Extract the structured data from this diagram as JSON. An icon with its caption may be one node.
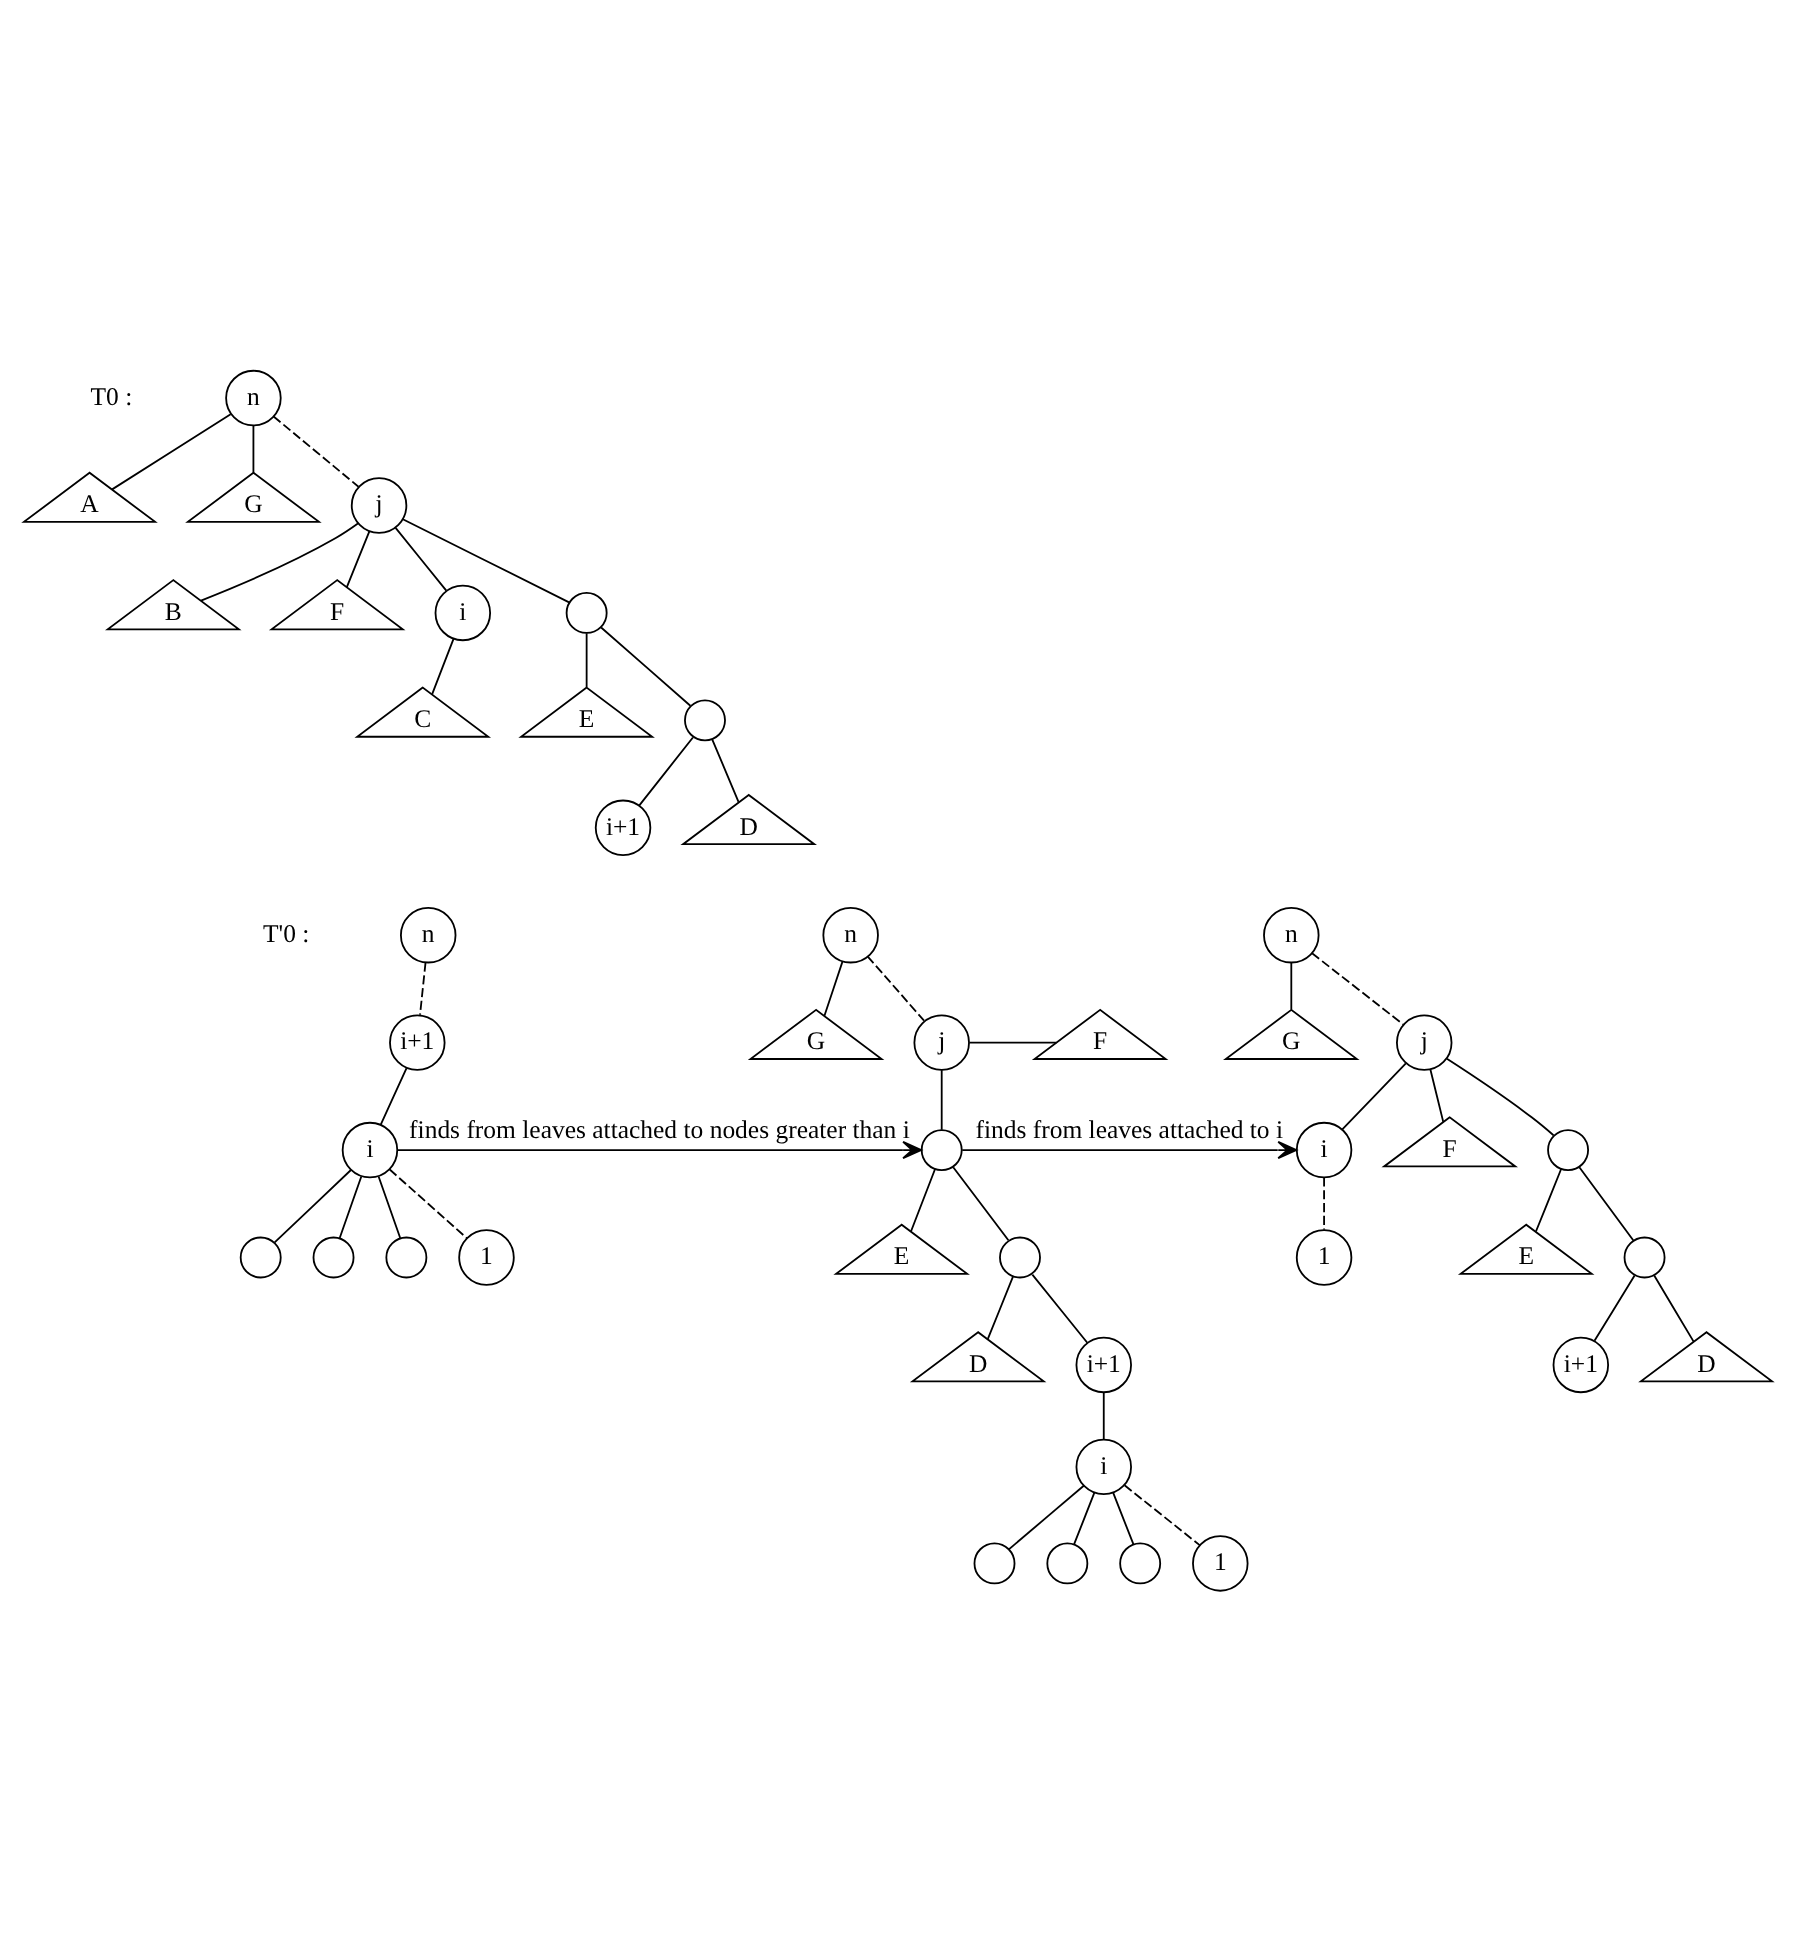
{
  "diagram": {
    "nodes": [
      {
        "text": [
          "n"
        ]
      },
      {
        "text": [
          "A"
        ]
      },
      {
        "text": [
          "G"
        ]
      },
      {
        "text": [
          "j"
        ]
      },
      {
        "text": [
          "B"
        ]
      },
      {
        "text": [
          "F"
        ]
      },
      {
        "text": [
          "i"
        ]
      },
      {
        "text": [],
        "shape": "circle"
      },
      {
        "text": [
          "C"
        ]
      },
      {
        "text": [
          "E"
        ]
      },
      {
        "text": [],
        "shape": "circle"
      },
      {
        "text": [
          "i+1"
        ]
      },
      {
        "text": [
          "D"
        ]
      },
      {
        "text": [
          "n"
        ]
      },
      {
        "text": [
          "i+1"
        ]
      },
      {
        "text": [
          "i"
        ]
      },
      {
        "text": [],
        "shape": "circle"
      },
      {
        "text": [],
        "shape": "circle"
      },
      {
        "text": [],
        "shape": "circle"
      },
      {
        "text": [
          "1"
        ]
      },
      {
        "text": [
          "n"
        ]
      },
      {
        "text": [
          "G"
        ]
      },
      {
        "text": [
          "j"
        ]
      },
      {
        "text": [
          "F"
        ]
      },
      {
        "text": [],
        "shape": "circle"
      },
      {
        "text": [
          "E"
        ]
      },
      {
        "text": [],
        "shape": "circle"
      },
      {
        "text": [
          "D"
        ]
      },
      {
        "text": [
          "i+1"
        ]
      },
      {
        "text": [
          "i"
        ]
      },
      {
        "text": [],
        "shape": "circle"
      },
      {
        "text": [],
        "shape": "circle"
      },
      {
        "text": [],
        "shape": "circle"
      },
      {
        "text": [
          "1"
        ]
      },
      {
        "text": [
          "n"
        ]
      },
      {
        "text": [
          "G"
        ]
      },
      {
        "text": [
          "j"
        ]
      },
      {
        "text": [
          "i"
        ]
      },
      {
        "text": [
          "F"
        ]
      },
      {
        "text": [],
        "shape": "circle"
      },
      {
        "text": [
          "E"
        ]
      },
      {
        "text": [],
        "shape": "circle"
      },
      {
        "text": [
          "1"
        ]
      },
      {
        "text": [
          "i+1"
        ]
      },
      {
        "text": [
          "D"
        ]
      }
    ],
    "edges": [
      {
        "from": 0,
        "to": 1,
        "arrow": "none"
      },
      {
        "from": 0,
        "to": 2,
        "arrow": "none"
      },
      {
        "from": 0,
        "to": 3,
        "arrow": "none",
        "style": "dashed"
      },
      {
        "from": 3,
        "to": 4,
        "arrow": "none"
      },
      {
        "from": 3,
        "to": 5,
        "arrow": "none"
      },
      {
        "from": 3,
        "to": 6,
        "arrow": "none"
      },
      {
        "from": 3,
        "to": 7,
        "arrow": "none"
      },
      {
        "from": 6,
        "to": 8,
        "arrow": "none"
      },
      {
        "from": 7,
        "to": 9,
        "arrow": "none"
      },
      {
        "from": 7,
        "to": 10,
        "arrow": "none"
      },
      {
        "from": 10,
        "to": 11,
        "arrow": "none"
      },
      {
        "from": 10,
        "to": 12,
        "arrow": "none"
      },
      {
        "from": 13,
        "to": 14,
        "arrow": "none",
        "style": "dashed"
      },
      {
        "from": 14,
        "to": 15,
        "arrow": "none"
      },
      {
        "from": 15,
        "to": 16,
        "arrow": "none"
      },
      {
        "from": 15,
        "to": 17,
        "arrow": "none"
      },
      {
        "from": 15,
        "to": 18,
        "arrow": "none"
      },
      {
        "from": 15,
        "to": 19,
        "arrow": "none",
        "style": "dashed"
      },
      {
        "from": 15,
        "to": 24,
        "arrow": "to",
        "label": "finds from leaves attached to nodes greater than i"
      },
      {
        "from": 20,
        "to": 21,
        "arrow": "none"
      },
      {
        "from": 20,
        "to": 22,
        "arrow": "none",
        "style": "dashed"
      },
      {
        "from": 22,
        "to": 23,
        "arrow": "none"
      },
      {
        "from": 22,
        "to": 24,
        "arrow": "none"
      },
      {
        "from": 24,
        "to": 25,
        "arrow": "none"
      },
      {
        "from": 24,
        "to": 26,
        "arrow": "none"
      },
      {
        "from": 26,
        "to": 27,
        "arrow": "none"
      },
      {
        "from": 26,
        "to": 28,
        "arrow": "none"
      },
      {
        "from": 28,
        "to": 29,
        "arrow": "none"
      },
      {
        "from": 29,
        "to": 30,
        "arrow": "none"
      },
      {
        "from": 29,
        "to": 31,
        "arrow": "none"
      },
      {
        "from": 29,
        "to": 32,
        "arrow": "none"
      },
      {
        "from": 29,
        "to": 33,
        "arrow": "none",
        "style": "dashed"
      },
      {
        "from": 24,
        "to": 37,
        "arrow": "to",
        "label": "finds from leaves attached to i"
      },
      {
        "from": 34,
        "to": 35,
        "arrow": "none"
      },
      {
        "from": 34,
        "to": 36,
        "arrow": "none",
        "style": "dashed"
      },
      {
        "from": 36,
        "to": 37,
        "arrow": "none"
      },
      {
        "from": 36,
        "to": 38,
        "arrow": "none"
      },
      {
        "from": 37,
        "to": 42,
        "arrow": "none",
        "style": "dashed"
      },
      {
        "from": 36,
        "to": 39,
        "arrow": "none"
      },
      {
        "from": 39,
        "to": 40,
        "arrow": "none"
      },
      {
        "from": 39,
        "to": 41,
        "arrow": "none"
      },
      {
        "from": 41,
        "to": 43,
        "arrow": "none"
      },
      {
        "from": 41,
        "to": 44,
        "arrow": "none"
      }
    ],
    "labels": [
      "T0 :",
      "T'0 :"
    ]
  }
}
